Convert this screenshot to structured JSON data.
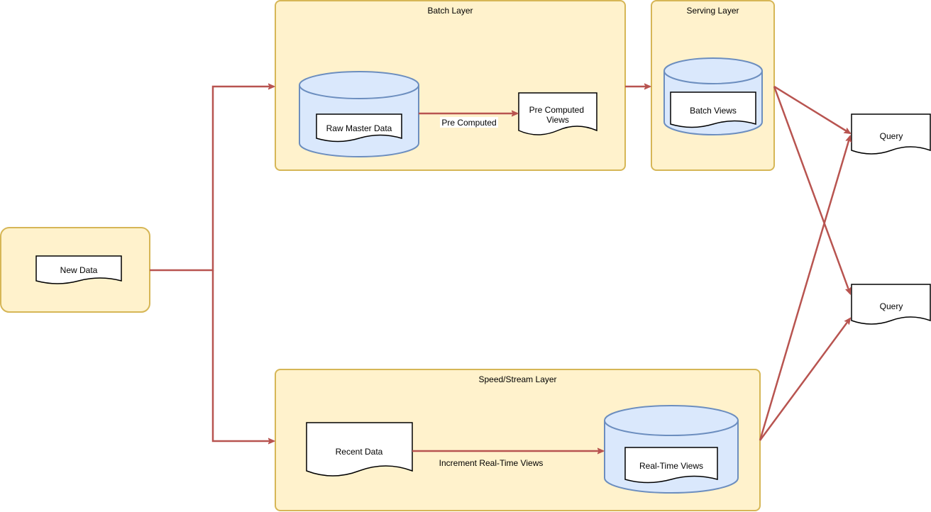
{
  "colors": {
    "container_fill": "#fff2cc",
    "container_stroke": "#d6b656",
    "cylinder_fill": "#dae8fc",
    "cylinder_stroke": "#6c8ebf",
    "arrow": "#b85450",
    "doc_stroke": "#000000"
  },
  "containers": {
    "new_data_box": {
      "label": ""
    },
    "batch_layer": {
      "label": "Batch Layer"
    },
    "serving_layer": {
      "label": "Serving Layer"
    },
    "speed_layer": {
      "label": "Speed/Stream Layer"
    }
  },
  "documents": {
    "new_data": "New Data",
    "raw_master_data": "Raw Master Data",
    "pre_computed_views": [
      "Pre Computed",
      "Views"
    ],
    "batch_views": "Batch Views",
    "recent_data": "Recent Data",
    "real_time_views": "Real-Time Views",
    "query_top": "Query",
    "query_bottom": "Query"
  },
  "edge_labels": {
    "pre_computed": "Pre Computed",
    "increment_real_time_views": "Increment Real-Time Views"
  }
}
